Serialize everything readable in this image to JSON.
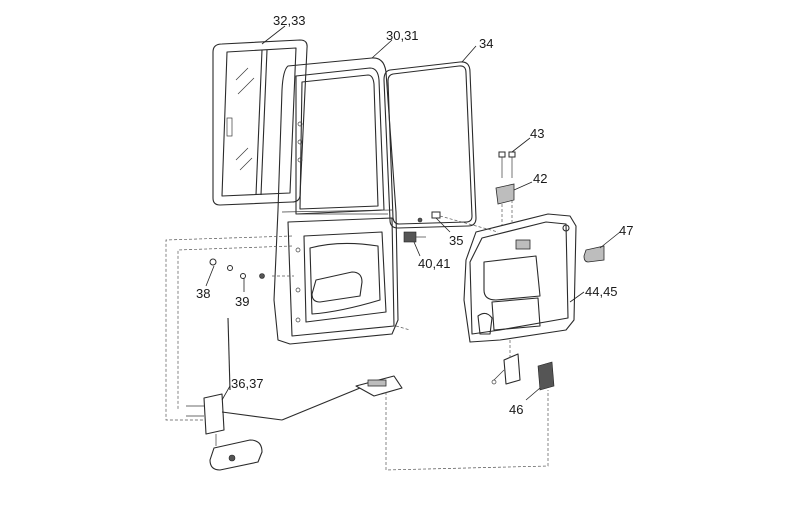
{
  "diagram": {
    "callouts": {
      "c_32_33": "32,33",
      "c_30_31": "30,31",
      "c_34": "34",
      "c_43": "43",
      "c_42": "42",
      "c_35": "35",
      "c_47": "47",
      "c_40_41": "40,41",
      "c_44_45": "44,45",
      "c_38": "38",
      "c_39": "39",
      "c_36_37": "36,37",
      "c_46": "46"
    }
  }
}
